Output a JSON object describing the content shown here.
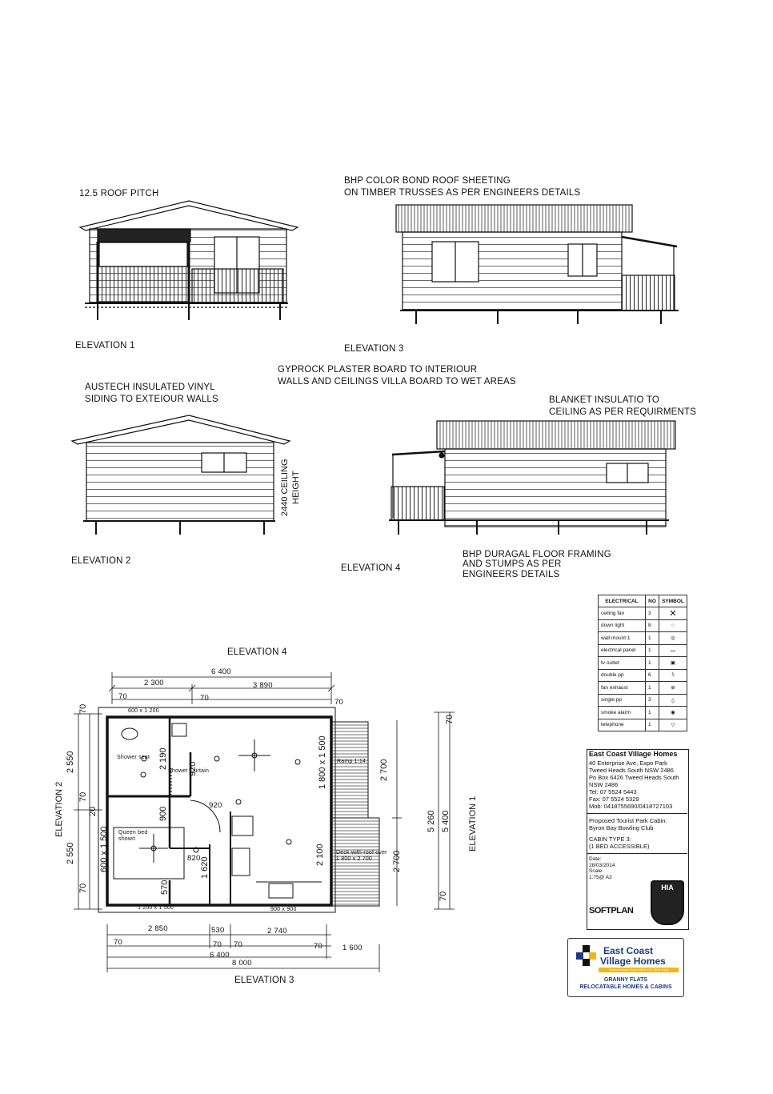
{
  "elevations": {
    "roof_pitch": "12.5 ROOF PITCH",
    "roof_sheeting_1": "BHP COLOR BOND ROOF SHEETING",
    "roof_sheeting_2": "ON TIMBER TRUSSES AS PER ENGINEERS DETAILS",
    "elevation_1": "ELEVATION 1",
    "elevation_2": "ELEVATION 2",
    "elevation_3": "ELEVATION 3",
    "elevation_4": "ELEVATION 4",
    "gyprock_1": "GYPROCK PLASTER BOARD TO INTERIOUR",
    "gyprock_2": "WALLS AND CEILINGS VILLA BOARD TO WET AREAS",
    "austech_1": "AUSTECH INSULATED VINYL",
    "austech_2": "SIDING TO EXTEIOUR WALLS",
    "blanket_1": "BLANKET INSULATIO TO",
    "blanket_2": "CEILING AS PER REQUIRMENTS",
    "ceiling_height_1": "2440 CEILING",
    "ceiling_height_2": "HEIGHT",
    "floor_framing_1": "BHP DURAGAL FLOOR FRAMING",
    "floor_framing_2": "AND STUMPS AS PER",
    "floor_framing_3": "ENGINEERS DETAILS"
  },
  "plan": {
    "top_label": "ELEVATION 4",
    "bottom_label": "ELEVATION 3",
    "left_label": "ELEVATION 2",
    "right_label": "ELEVATION 1",
    "dims_top": {
      "overall": "6 400",
      "left": "2 300",
      "right": "3 890",
      "w70a": "70",
      "w70b": "70",
      "w70c": "70",
      "window": "600 x 1 200"
    },
    "dims_bottom": {
      "a": "2 850",
      "b": "530",
      "c": "2 740",
      "d70a": "70",
      "d70b": "70",
      "d70c": "70",
      "d70d": "70",
      "overall": "6 400",
      "deck": "1 600",
      "total": "8 000",
      "window_left": "1 200 x 1 500",
      "window_right": "900 x 900"
    },
    "dims_left": {
      "a": "2 550",
      "b": "2 550",
      "c70a": "70",
      "c70b": "70",
      "c20": "20",
      "c70c": "70",
      "window": "600 x 1 500"
    },
    "dims_right": {
      "a": "2 700",
      "b": "2 700",
      "c70a": "70",
      "c70b": "70",
      "total_a": "5 260",
      "total_b": "5 400"
    },
    "inner": {
      "d2190": "2 190",
      "d920a": "920",
      "d920b": "920",
      "d900": "900",
      "d820": "820",
      "d1620": "1 620",
      "d570": "570",
      "d1800": "1 800 x 1 500",
      "d2100": "2 100",
      "shower_seat": "Shower seat",
      "shower_curtain": "Shower Curtain",
      "queen_bed_1": "Queen bed",
      "queen_bed_2": "shown",
      "ramp": "Ramp 1:14",
      "deck_1": "Deck with roof over",
      "deck_2": "1 800 x 2 700"
    }
  },
  "electrical": {
    "headers": [
      "ELECTRICAL",
      "NO",
      "SYMBOL"
    ],
    "rows": [
      {
        "item": "ceiling fan",
        "no": "3",
        "sym": "fan-icon"
      },
      {
        "item": "down light",
        "no": "8",
        "sym": "circle-icon"
      },
      {
        "item": "wall mount 1",
        "no": "1",
        "sym": "wall-mount-icon"
      },
      {
        "item": "electrical panel",
        "no": "1",
        "sym": "panel-icon"
      },
      {
        "item": "tv outlet",
        "no": "1",
        "sym": "tv-icon"
      },
      {
        "item": "double pp",
        "no": "6",
        "sym": "double-pp-icon"
      },
      {
        "item": "fan exhaust",
        "no": "1",
        "sym": "exhaust-icon"
      },
      {
        "item": "single pp",
        "no": "3",
        "sym": "single-pp-icon"
      },
      {
        "item": "smoke alarm",
        "no": "1",
        "sym": "smoke-icon"
      },
      {
        "item": "telephone",
        "no": "1",
        "sym": "phone-icon"
      }
    ]
  },
  "company": {
    "name": "East Coast Village Homes",
    "addr1": "40 Enterprise Ave, Expo Park",
    "addr2": "Tweed Heads South NSW 2486",
    "addr3": "Po Box 6426 Tweed Heads South",
    "addr4": "NSW 2486",
    "tel": "Tel: 07 5524 5443",
    "fax": "Fax: 07 5524 5329",
    "mob": "Mob: 0418755690/0418727103",
    "project1": "Proposed Tourist Park Cabin:",
    "project2": "Byron Bay Bowling Club",
    "type1": "CABIN TYPE 3:",
    "type2": "(1 BED ACCESSIBLE)",
    "date_label": "Date:",
    "date": "28/03/2014",
    "scale_label": "Scale:",
    "scale": "1:75@ A3",
    "hia": "HIA",
    "softplan": "SOFTPLAN"
  },
  "logo": {
    "line1": "East Coast",
    "line2": "Village Homes",
    "strip": "Tweed Heads South NSW (07) 5524 5443",
    "line3": "GRANNY FLATS",
    "line4": "RELOCATABLE HOMES & CABINS"
  }
}
